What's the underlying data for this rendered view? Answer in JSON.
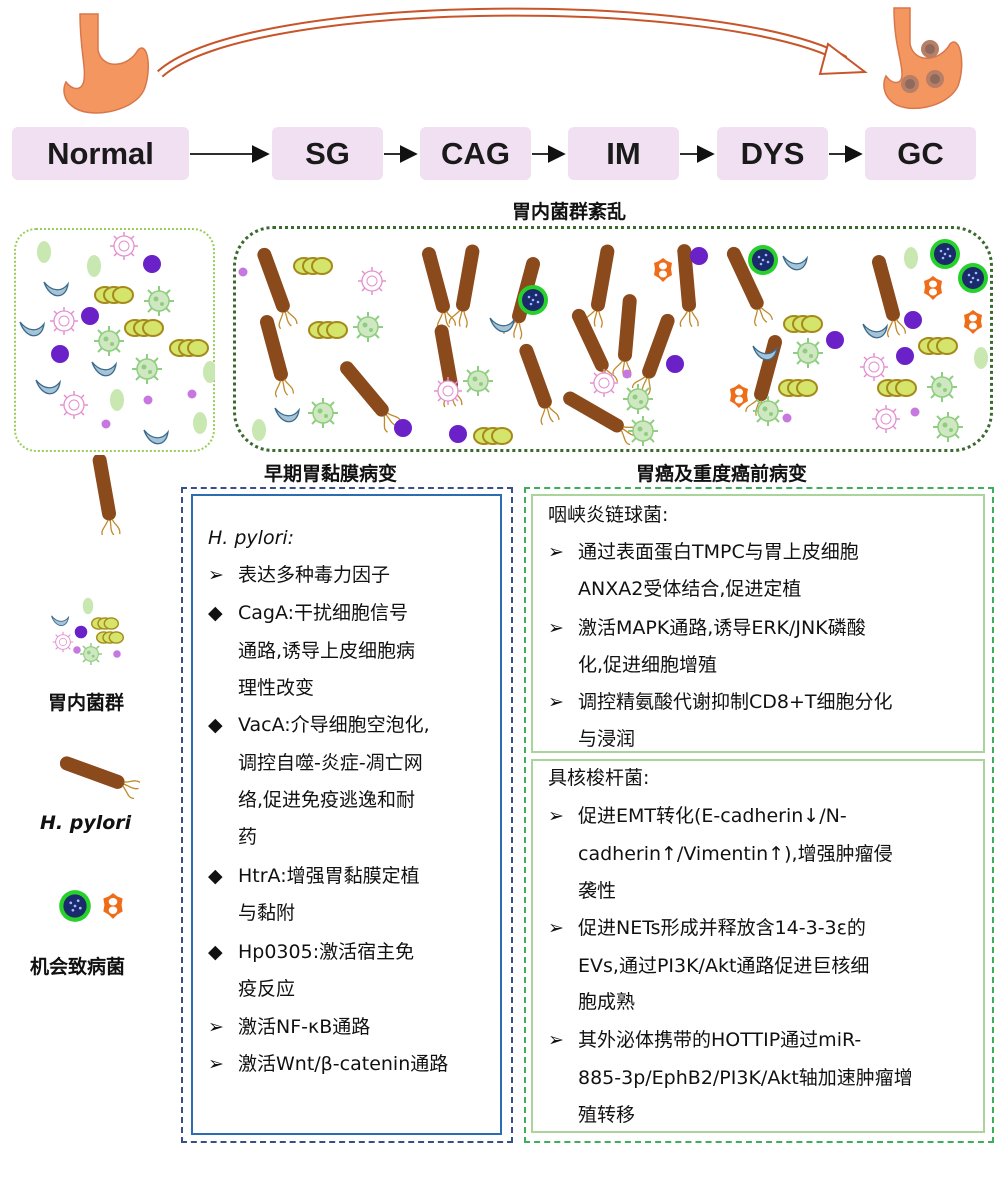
{
  "stages": [
    "Normal",
    "SG",
    "CAG",
    "IM",
    "DYS",
    "GC"
  ],
  "dysbiosis_title": "胃内菌群紊乱",
  "panel_titles": {
    "early": "早期胃黏膜病变",
    "late": "胃癌及重度癌前病变"
  },
  "legend": {
    "flora": "胃内菌群",
    "hpylori": "H. pylori",
    "opportunistic": "机会致病菌"
  },
  "hpylori_box": {
    "heading": "H. pylori:",
    "lines": [
      "表达多种毒力因子",
      "CagA:干扰细胞信号",
      "通路,诱导上皮细胞病",
      "理性改变",
      "VacA:介导细胞空泡化,",
      "调控自噬-炎症-凋亡网",
      "络,促进免疫逃逸和耐",
      "药",
      "HtrA:增强胃黏膜定植",
      "与黏附",
      "Hp0305:激活宿主免",
      "疫反应",
      "激活NF-κB通路",
      "激活Wnt/β-catenin通路"
    ]
  },
  "strep_box": {
    "heading": "咽峡炎链球菌:",
    "lines": [
      "通过表面蛋白TMPC与胃上皮细胞",
      "ANXA2受体结合,促进定植",
      "激活MAPK通路,诱导ERK/JNK磷酸",
      "化,促进细胞增殖",
      "调控精氨酸代谢抑制CD8+T细胞分化",
      "与浸润"
    ]
  },
  "fuso_box": {
    "heading": "具核梭杆菌:",
    "lines": [
      "促进EMT转化(E-cadherin↓/N-",
      "cadherin↑/Vimentin↑),增强肿瘤侵",
      "袭性",
      "促进NETs形成并释放含14-3-3ε的",
      "EVs,通过PI3K/Akt通路促进巨核细",
      "胞成熟",
      "其外泌体携带的HOTTIP通过miR-",
      "885-3p/EphB2/PI3K/Akt轴加速肿瘤增",
      "殖转移"
    ]
  },
  "colors": {
    "stage_fill": "#f1dff2",
    "stomach": "#f39660",
    "rod": "#8b4a1c",
    "opportunistic_green": "#27d02b",
    "opportunistic_navy": "#1a2a6b",
    "orange_cocci": "#ef6d19",
    "blue_box": "#2b6cb3",
    "green_box": "#3fae5a",
    "normal_border": "#9ccd5a",
    "dysbiosis_border": "#3a6a2d"
  }
}
